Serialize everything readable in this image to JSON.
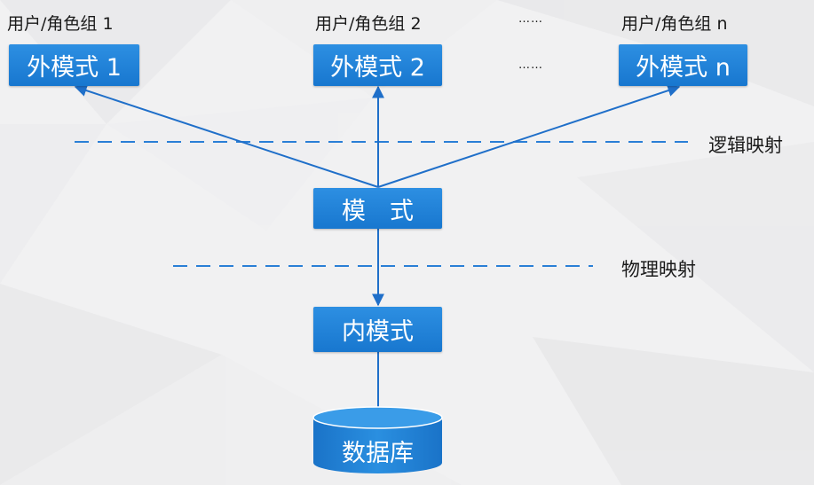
{
  "external_groups": [
    {
      "group_label": "用户/角色组 1",
      "schema_label": "外模式 1"
    },
    {
      "group_label": "用户/角色组 2",
      "schema_label": "外模式 2"
    },
    {
      "group_label": "用户/角色组 n",
      "schema_label": "外模式 n"
    }
  ],
  "ellipsis": {
    "top": "……",
    "middle": "……"
  },
  "schema": {
    "label": "模　式"
  },
  "internal_schema": {
    "label": "内模式"
  },
  "database": {
    "label": "数据库"
  },
  "mappings": {
    "logical": "逻辑映射",
    "physical": "物理映射"
  },
  "colors": {
    "box": "#1f82d8",
    "line": "#1f6fc9",
    "dash": "#2a7fd6",
    "background": "#f1f1f2"
  }
}
